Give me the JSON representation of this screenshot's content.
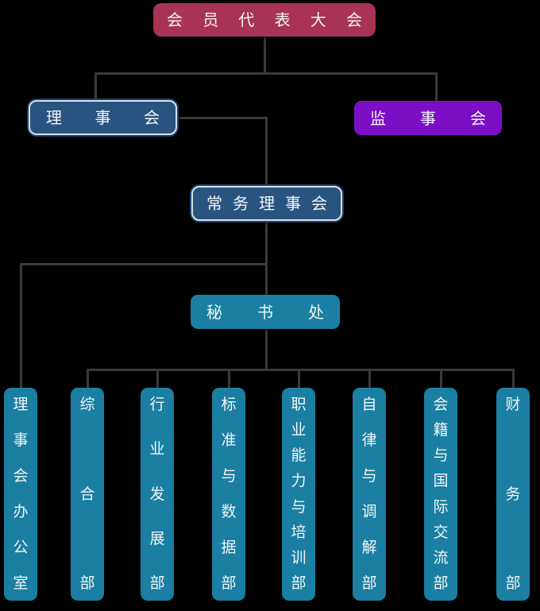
{
  "diagram": {
    "type": "organization-chart",
    "background_color": "#000000",
    "connector_color": "#3a3a3a",
    "nodes": {
      "assembly": {
        "label": "会员代表大会",
        "color": "#a83355",
        "text_color": "#f3f5f7"
      },
      "council": {
        "label": "理事会",
        "color": "#2a5480",
        "border_color": "#d6e0ea"
      },
      "supervisory_board": {
        "label": "监事会",
        "color": "#7c0fc6"
      },
      "standing_council": {
        "label": "常务理事会",
        "color": "#2a5480",
        "border_color": "#d6e0ea"
      },
      "secretariat": {
        "label": "秘书处",
        "color": "#1a7fa2"
      },
      "department_color": "#1a7fa2",
      "departments": [
        {
          "label": "理事会办公室"
        },
        {
          "label": "综合部"
        },
        {
          "label": "行业发展部"
        },
        {
          "label": "标准与数据部"
        },
        {
          "label": "职业能力与培训部"
        },
        {
          "label": "自律与调解部"
        },
        {
          "label": "会籍与国际交流部"
        },
        {
          "label": "财务部"
        }
      ]
    }
  }
}
